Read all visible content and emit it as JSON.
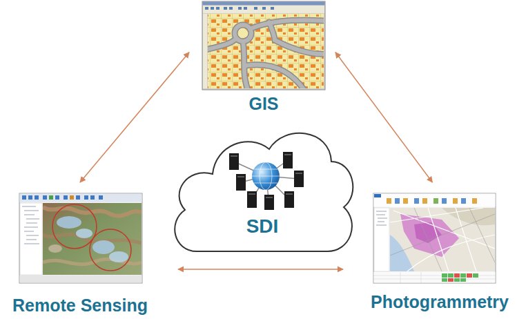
{
  "diagram": {
    "nodes": [
      {
        "text": [
          "GIS"
        ]
      },
      {
        "text": [
          "SDI"
        ]
      },
      {
        "text": [
          "Remote Sensing"
        ]
      },
      {
        "text": [
          "Photogrammetry"
        ]
      }
    ],
    "edges": [
      {
        "from": 0,
        "to": 2,
        "arrow": "both"
      },
      {
        "from": 0,
        "to": 3,
        "arrow": "both"
      },
      {
        "from": 2,
        "to": 3,
        "arrow": "both"
      }
    ]
  }
}
